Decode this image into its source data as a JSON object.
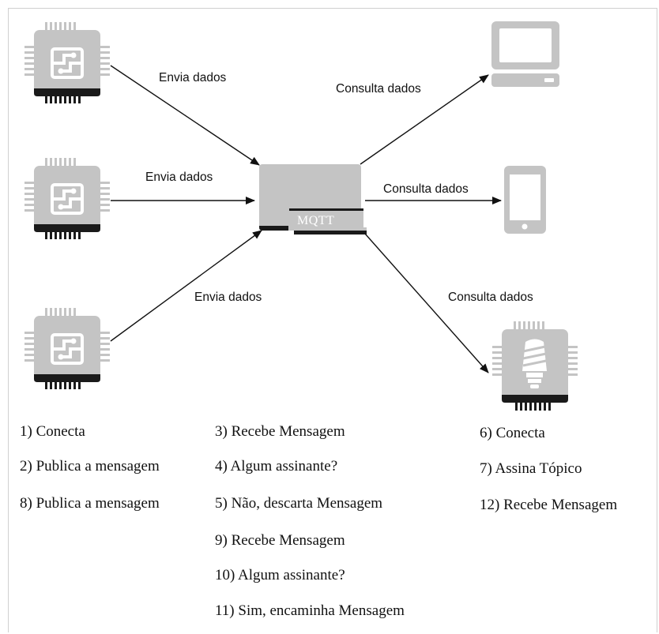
{
  "arrows": {
    "pub_top": "Envia dados",
    "pub_mid": "Envia dados",
    "pub_bot": "Envia dados",
    "sub_top": "Consulta dados",
    "sub_mid": "Consulta dados",
    "sub_bot": "Consulta dados"
  },
  "broker": {
    "label": "MQTT"
  },
  "steps": {
    "col1": [
      "1) Conecta",
      "2) Publica a mensagem",
      "8) Publica a mensagem"
    ],
    "col2": [
      "3) Recebe Mensagem",
      "4) Algum assinante?",
      "5) Não, descarta Mensagem",
      "9) Recebe Mensagem",
      "10) Algum assinante?",
      "11) Sim, encaminha Mensagem"
    ],
    "col3": [
      "6) Conecta",
      "7) Assina Tópico",
      "12) Recebe Mensagem"
    ]
  },
  "icons": {
    "publishers": [
      "chip-icon",
      "chip-icon",
      "chip-icon"
    ],
    "subscribers": [
      "computer-icon",
      "smartphone-icon",
      "lightbulb-chip-icon"
    ]
  },
  "colors": {
    "device_gray": "#c4c4c4",
    "dark": "#1a1a1a",
    "line": "#111111"
  }
}
